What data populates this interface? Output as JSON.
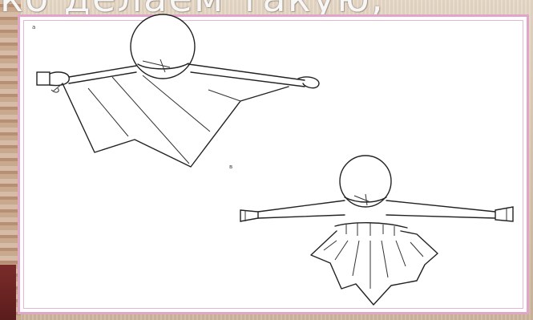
{
  "slide": {
    "title_text": "ко делаем такую;",
    "figure_a_label": "а",
    "figure_b_label": "в"
  },
  "colors": {
    "frame_border": "#e0a5c7",
    "background": "#d9c8b4",
    "accent_dark": "#5b1c1c"
  }
}
